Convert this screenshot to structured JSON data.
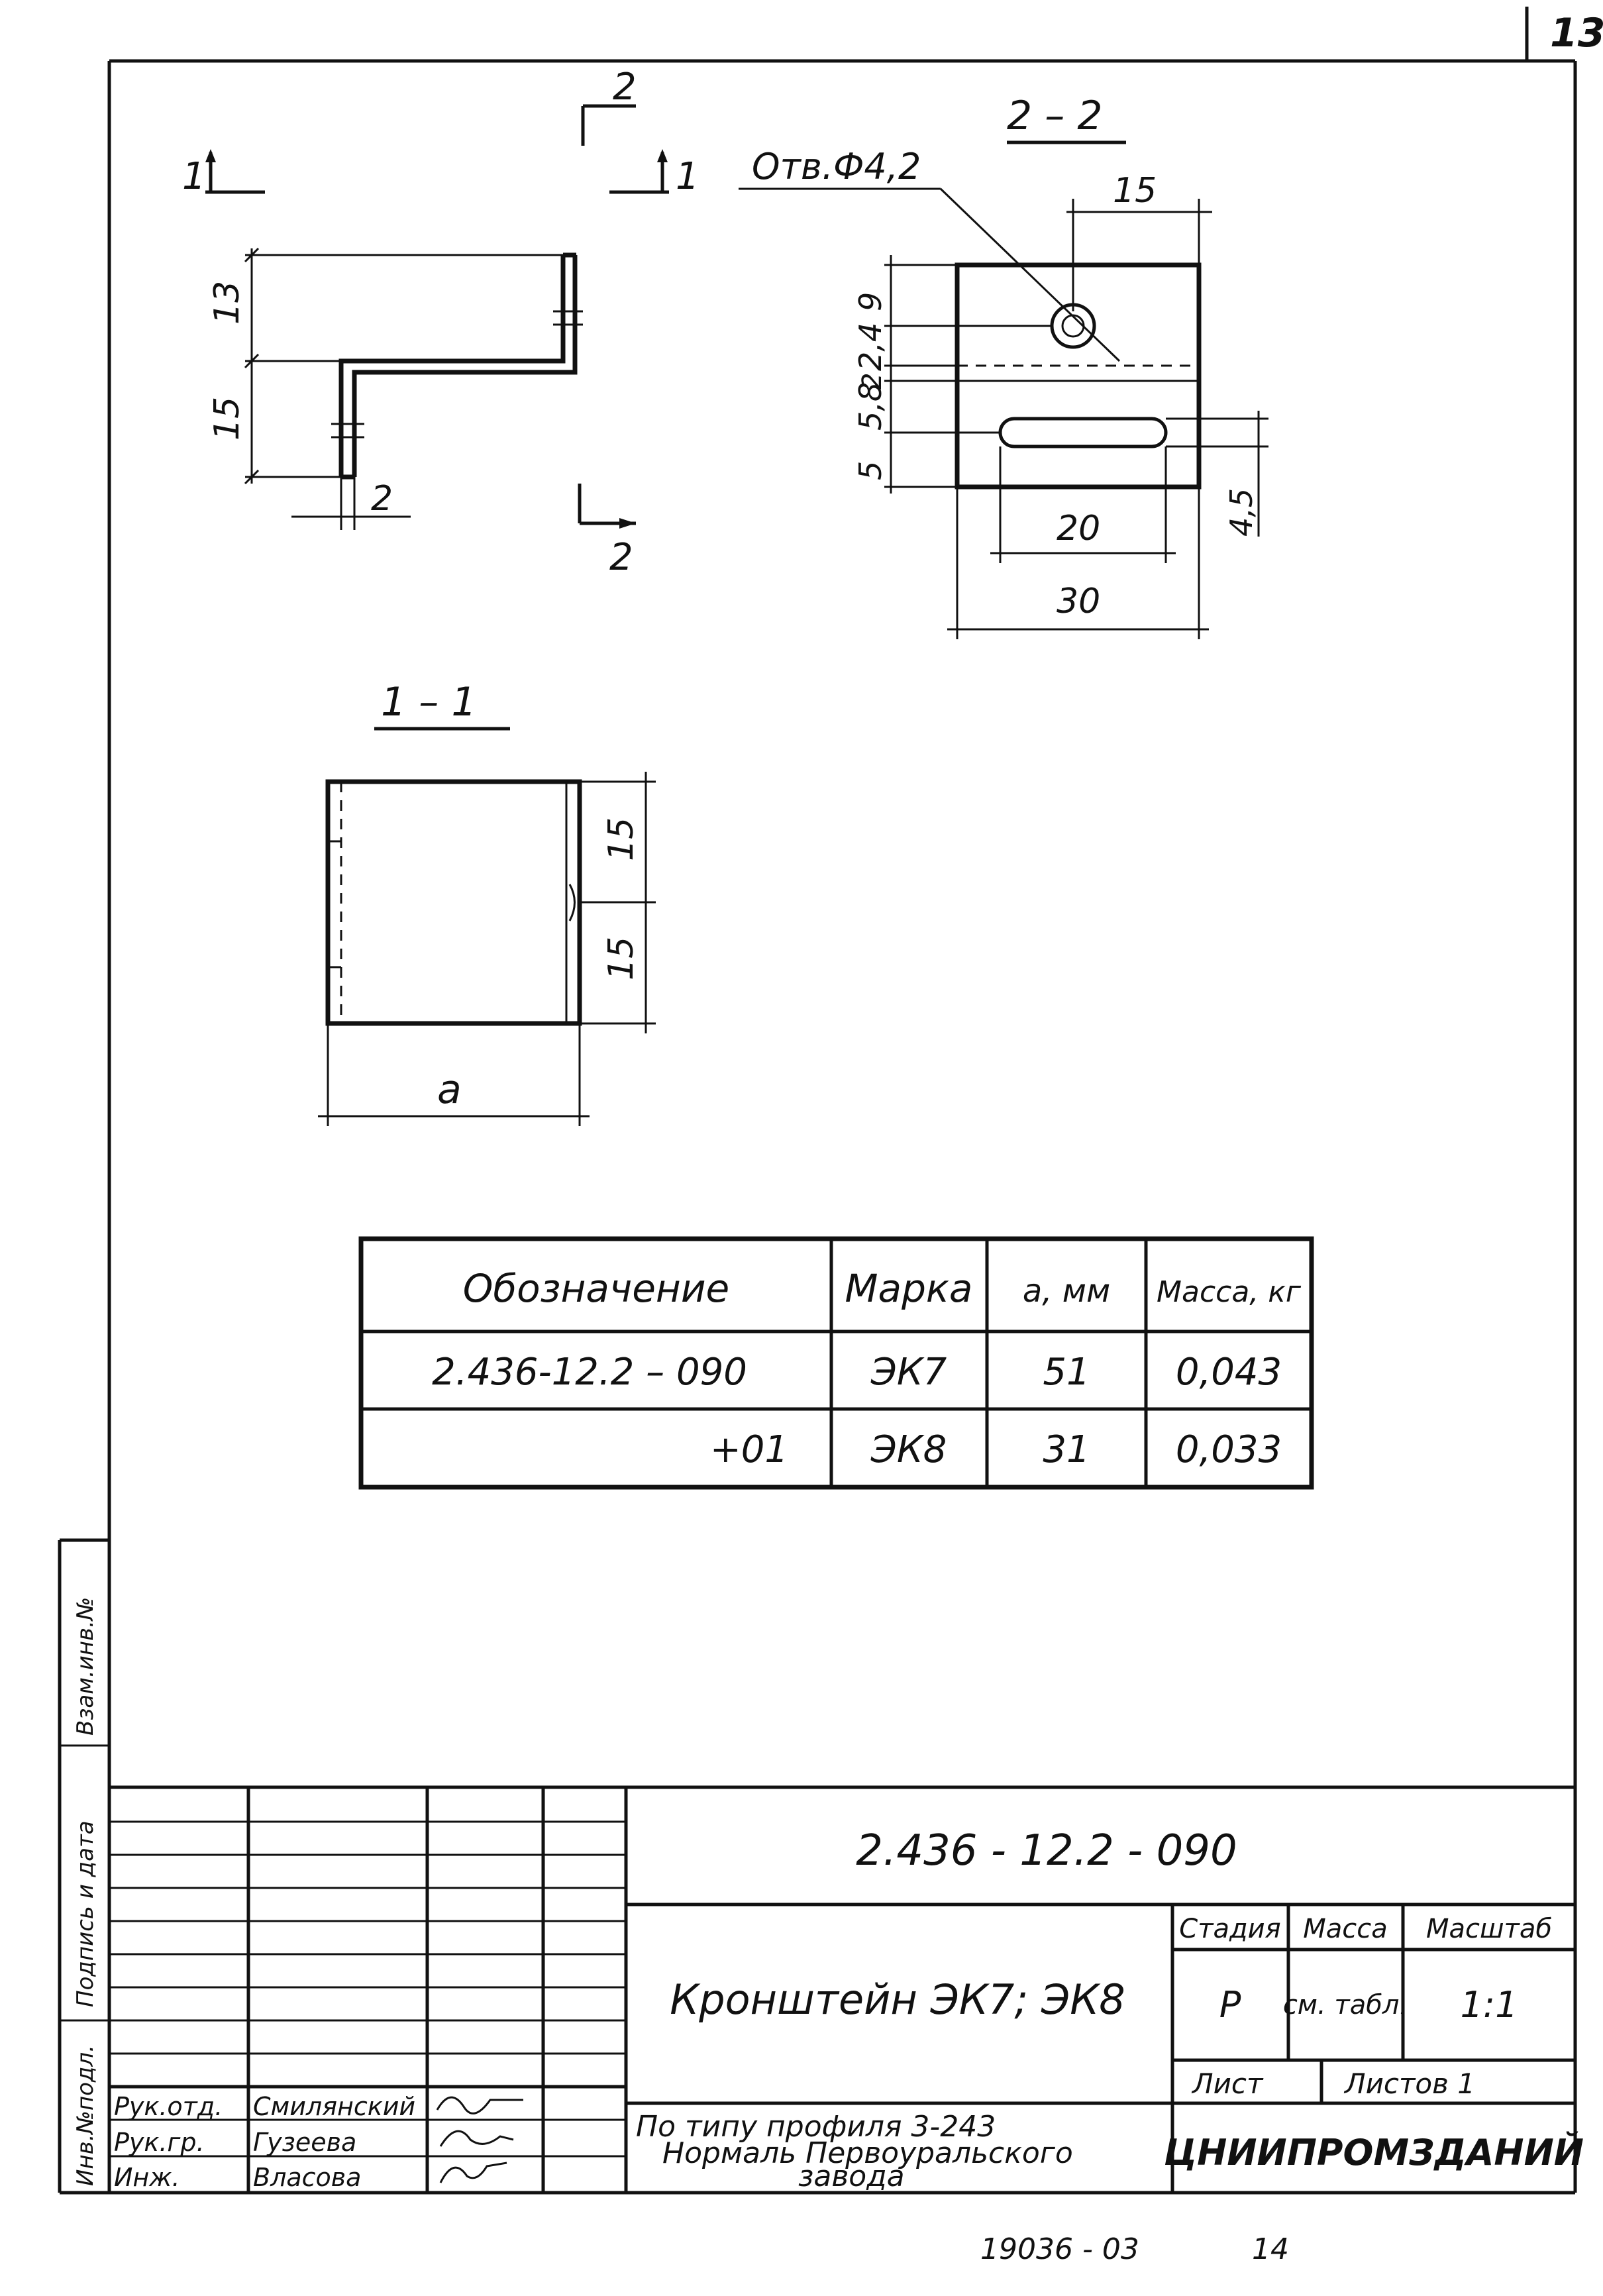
{
  "sheet_number": "13",
  "views": {
    "section_2_2": "2 – 2",
    "section_1_1": "1 – 1",
    "cut_mark_1": "1",
    "cut_mark_2": "2",
    "hole_label": "Отв.Ф4,2"
  },
  "dimensions": {
    "side_13": "13",
    "side_15": "15",
    "side_2": "2",
    "top_15": "15",
    "left_9": "9",
    "left_2_4": "2,4",
    "left_2": "2",
    "left_5_8": "5,8",
    "left_5": "5",
    "right_4_5": "4,5",
    "slot_20": "20",
    "width_30": "30",
    "sec_15_top": "15",
    "sec_15_bottom": "15",
    "sec_a": "a"
  },
  "spec_table": {
    "headers": [
      "Обозначение",
      "Марка",
      "a, мм",
      "Масса, кг"
    ],
    "rows": [
      [
        "2.436-12.2 – 090",
        "ЭК7",
        "51",
        "0,043"
      ],
      [
        "+01",
        "ЭК8",
        "31",
        "0,033"
      ]
    ]
  },
  "side_stamp": [
    "Взам.инв.№",
    "Подпись и дата",
    "Инв.№подл."
  ],
  "title_block": {
    "code": "2.436 - 12.2 - 090",
    "title": "Кронштейн ЭК7; ЭК8",
    "stage_label": "Стадия",
    "stage_value": "Р",
    "mass_label": "Масса",
    "mass_value": "см. табл.",
    "scale_label": "Масштаб",
    "scale_value": "1:1",
    "sheet_label": "Лист",
    "sheets_label": "Листов 1",
    "note_line1": "По типу профиля  3-243",
    "note_line2": "Нормаль Первоуральского",
    "note_line3": "завода",
    "organization": "ЦНИИПРОМЗДАНИЙ",
    "roles": [
      {
        "role": "Рук.отд.",
        "name": "Смилянский"
      },
      {
        "role": "Рук.гр.",
        "name": "Гузеева"
      },
      {
        "role": "Инж.",
        "name": "Власова"
      }
    ]
  },
  "footer": {
    "archive": "19036 - 03",
    "page": "14"
  }
}
